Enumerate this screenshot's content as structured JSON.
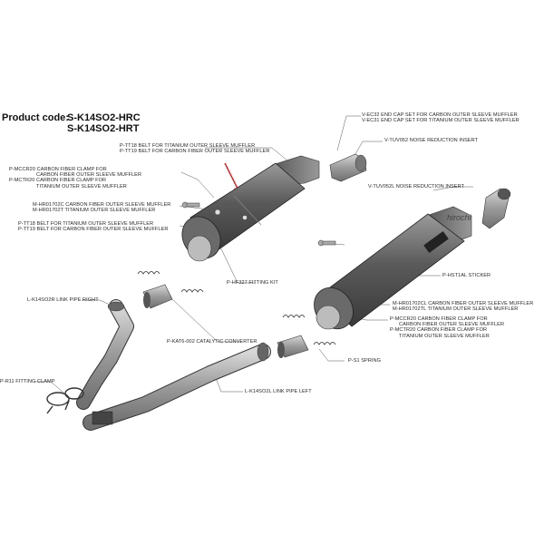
{
  "product": {
    "label": "Product code:",
    "codes": [
      "S-K14SO2-HRC",
      "S-K14SO2-HRT"
    ]
  },
  "watermark": "hirochi",
  "colors": {
    "line": "#333333",
    "arrow": "#d42020",
    "metal": "#8a8a8a",
    "dark": "#3c3c3c",
    "light": "#cfcfcf"
  },
  "callouts": [
    {
      "id": "v-ec32",
      "lines": [
        "V-EC32  END CAP SET FOR CARBON OUTER SLEEVE MUFFLER",
        "V-EC31  END CAP SET FOR TITANIUM OUTER SLEEVE MUFFLER"
      ]
    },
    {
      "id": "v-tuv052",
      "lines": [
        "V-TUV052  NOISE REDUCTION INSERT"
      ]
    },
    {
      "id": "p-tt18-top",
      "lines": [
        "P-TT18  BELT FOR TITANIUM OUTER SLEEVE MUFFLER",
        "P-TT19  BELT FOR CARBON FIBER OUTER SLEEVE MUFFLER"
      ]
    },
    {
      "id": "p-mccr20-top",
      "lines": [
        "P-MCCR20  CARBON FIBER CLAMP FOR",
        "CARBON FIBER OUTER SLEEVE MUFFLER",
        "P-MCTR20  CARBON FIBER CLAMP FOR",
        "TITANIUM OUTER SLEEVE MUFFLER"
      ]
    },
    {
      "id": "v-tuv052l",
      "lines": [
        "V-TUV052L  NOISE REDUCTION INSERT"
      ]
    },
    {
      "id": "m-hr01702c",
      "lines": [
        "M-HR01702C  CARBON FIBER OUTER SLEEVE MUFFLER",
        "M-HR01702T  TITANIUM OUTER SLEEVE MUFFLER"
      ]
    },
    {
      "id": "p-tt18-mid",
      "lines": [
        "P-TT18  BELT FOR TITANIUM OUTER SLEEVE MUFFLER",
        "P-TT19  BELT FOR CARBON FIBER OUTER SLEEVE MUFFLER"
      ]
    },
    {
      "id": "p-hst1al",
      "lines": [
        "P-HST1AL  STICKER"
      ]
    },
    {
      "id": "p-hf327",
      "lines": [
        "P-HF327  FITTING KIT"
      ]
    },
    {
      "id": "l-k14so2r",
      "lines": [
        "L-K14SO2R  LINK PIPE RIGHT"
      ]
    },
    {
      "id": "m-hr01702cl",
      "lines": [
        "M-HR01702CL  CARBON FIBER OUTER SLEEVE MUFFLER",
        "M-HR01702TL  TITANIUM OUTER SLEEVE MUFFLER"
      ]
    },
    {
      "id": "p-mccr20-bot",
      "lines": [
        "P-MCCR20  CARBON FIBER CLAMP FOR",
        "CARBON FIBER OUTER SLEEVE MUFFLER",
        "P-MCTR20  CARBON FIBER CLAMP FOR",
        "TITANIUM OUTER SLEEVE MUFFLER"
      ]
    },
    {
      "id": "p-kat6-002",
      "lines": [
        "P-KAT6-002  CATALYTIC CONVERTER"
      ]
    },
    {
      "id": "p-s1",
      "lines": [
        "P-S1  SPRING"
      ]
    },
    {
      "id": "p-r11",
      "lines": [
        "P-R11  FITTING CLAMP"
      ]
    },
    {
      "id": "l-k14so2l",
      "lines": [
        "L-K14SO2L  LINK PIPE LEFT"
      ]
    }
  ]
}
